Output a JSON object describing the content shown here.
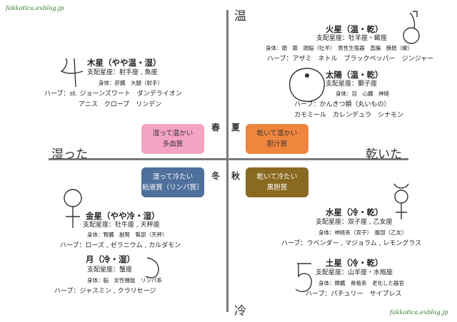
{
  "watermark": {
    "top": "fakkotica.exblog.jp",
    "bottom": "fakkotica.exblog.jp"
  },
  "axes": {
    "top": "温",
    "bottom": "冷",
    "left": "湿った",
    "right": "乾いた"
  },
  "seasons": {
    "spring": "春",
    "summer": "夏",
    "winter": "冬",
    "autumn": "秋"
  },
  "boxes": {
    "warm_moist": {
      "line1": "湿って温かい",
      "line2": "多血質",
      "color": "#f4a3c3"
    },
    "warm_dry": {
      "line1": "乾いて温かい",
      "line2": "胆汁質",
      "color": "#f0863d"
    },
    "cold_moist": {
      "line1": "湿って冷たい",
      "line2": "粘液質（リンパ質）",
      "color": "#4f709c"
    },
    "cold_dry": {
      "line1": "乾いて冷たい",
      "line2": "黒胆質",
      "color": "#8a6a21"
    }
  },
  "planets": {
    "mars": {
      "name": "火星（温・乾）",
      "rule": "支配星座：牡羊座・蠍座",
      "body": "身体：頭　鎖　頭脳（牡羊）　男性生殖器　直腸　膀胱（蠍）",
      "herb": "ハーブ：アザミ　ネトル　ブラックペッパー　ジンジャー"
    },
    "sun": {
      "name": "太陽（温・乾）",
      "rule": "支配星座：獅子座",
      "body": "身体：目　心臓　神経",
      "herb1": "ハーブ：かんきつ類（丸いもの）",
      "herb2": "カモミール　カレンデュラ　シナモン"
    },
    "jupiter": {
      "name": "木星（やや温・湿）",
      "rule": "支配星座：射手座 , 魚座",
      "body": "身体：肝臓　大腿（射手）",
      "herb1": "ハーブ：st. ジョーンズワート　ダンデライオン",
      "herb2": "アニス　クローブ　リンデン"
    },
    "venus": {
      "name": "金星（やや冷・湿）",
      "rule": "支配星座：牡牛座 , 天秤座",
      "body": "身体：腎臓　副腎　臀部（天秤）",
      "herb": "ハーブ：ローズ , ゼラニウム , カルダモン"
    },
    "moon": {
      "name": "月（冷・湿）",
      "rule": "支配星座：蟹座",
      "body": "身体：脳　女性機能　リンパ系",
      "herb": "ハーブ：ジャスミン , クラリセージ"
    },
    "mercury": {
      "name": "水星（冷・乾）",
      "rule": "支配星座：双子座 , 乙女座",
      "body": "身体：神経系（双子）　腹部（乙女）",
      "herb": "ハーブ：ラベンダー , マジョラム , レモングラス"
    },
    "saturn": {
      "name": "土星（冷・乾）",
      "rule": "支配星座：山羊座・水瓶座",
      "body": "身体：脾臓　骨格系　老化した器官",
      "herb": "ハーブ：パチュリー　サイプレス"
    }
  }
}
